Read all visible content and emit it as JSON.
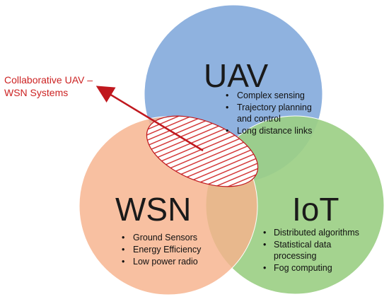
{
  "colors": {
    "uav": "#8fb2df",
    "wsn": "#f7b28c",
    "iot": "#9ccf86",
    "hatch": "#d43a3a",
    "arrow": "#c0181e",
    "callout": "#cc2222"
  },
  "callout": {
    "line1": "Collaborative UAV –",
    "line2": "WSN Systems"
  },
  "uav": {
    "title": "UAV",
    "bullets": [
      "Complex sensing",
      "Trajectory planning",
      "and control",
      "Long distance links"
    ]
  },
  "wsn": {
    "title": "WSN",
    "bullets": [
      "Ground Sensors",
      "Energy Efficiency",
      "Low power radio"
    ]
  },
  "iot": {
    "title": "IoT",
    "bullets": [
      "Distributed algorithms",
      "Statistical data",
      "processing",
      "Fog computing"
    ]
  }
}
